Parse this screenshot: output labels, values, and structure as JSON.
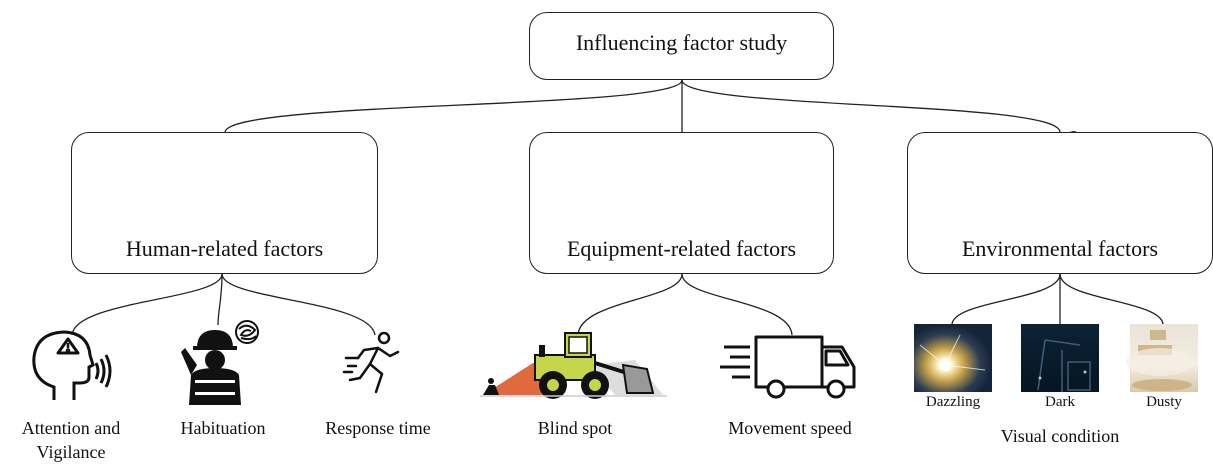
{
  "root": {
    "label": "Influencing factor study"
  },
  "categories": [
    {
      "label": "Human-related factors",
      "icon": "worker-hardhat-icon"
    },
    {
      "label": "Equipment-related factors",
      "icon": "forklift-icon"
    },
    {
      "label": "Environmental factors",
      "icon": "construction-crane-building-icon"
    }
  ],
  "human_items": [
    {
      "label_line1": "Attention and",
      "label_line2": "Vigilance",
      "icon": "head-warning-speech-icon"
    },
    {
      "label": "Habituation",
      "icon": "worker-confused-icon"
    },
    {
      "label": "Response time",
      "icon": "running-person-icon"
    }
  ],
  "equipment_items": [
    {
      "label": "Blind spot",
      "icon": "wheel-loader-blind-spot-icon"
    },
    {
      "label": "Movement speed",
      "icon": "fast-truck-icon"
    }
  ],
  "environment": {
    "group_label": "Visual condition",
    "items": [
      {
        "label": "Dazzling",
        "icon": "dazzling-light-photo"
      },
      {
        "label": "Dark",
        "icon": "dark-scene-photo"
      },
      {
        "label": "Dusty",
        "icon": "dusty-scene-photo"
      }
    ]
  }
}
